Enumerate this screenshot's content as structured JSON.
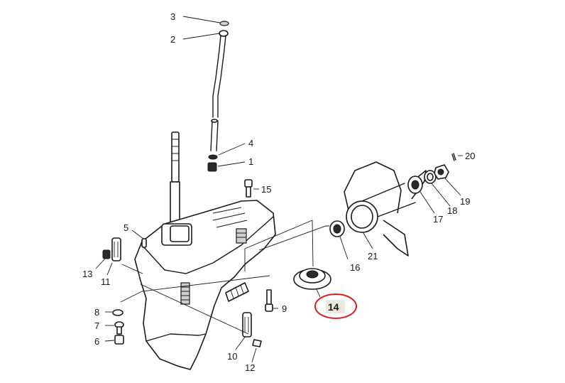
{
  "labels": {
    "p1": "1",
    "p2": "2",
    "p3": "3",
    "p4": "4",
    "p5": "5",
    "p6": "6",
    "p7": "7",
    "p8": "8",
    "p9": "9",
    "p10": "10",
    "p11": "11",
    "p12": "12",
    "p13": "13",
    "p14": "14",
    "p15": "15",
    "p16": "16",
    "p17": "17",
    "p18": "18",
    "p19": "19",
    "p20": "20",
    "p21": "21"
  },
  "highlight": {
    "part": "14",
    "ring_color": "#d42020",
    "fill_color": "#e8e8dc"
  }
}
